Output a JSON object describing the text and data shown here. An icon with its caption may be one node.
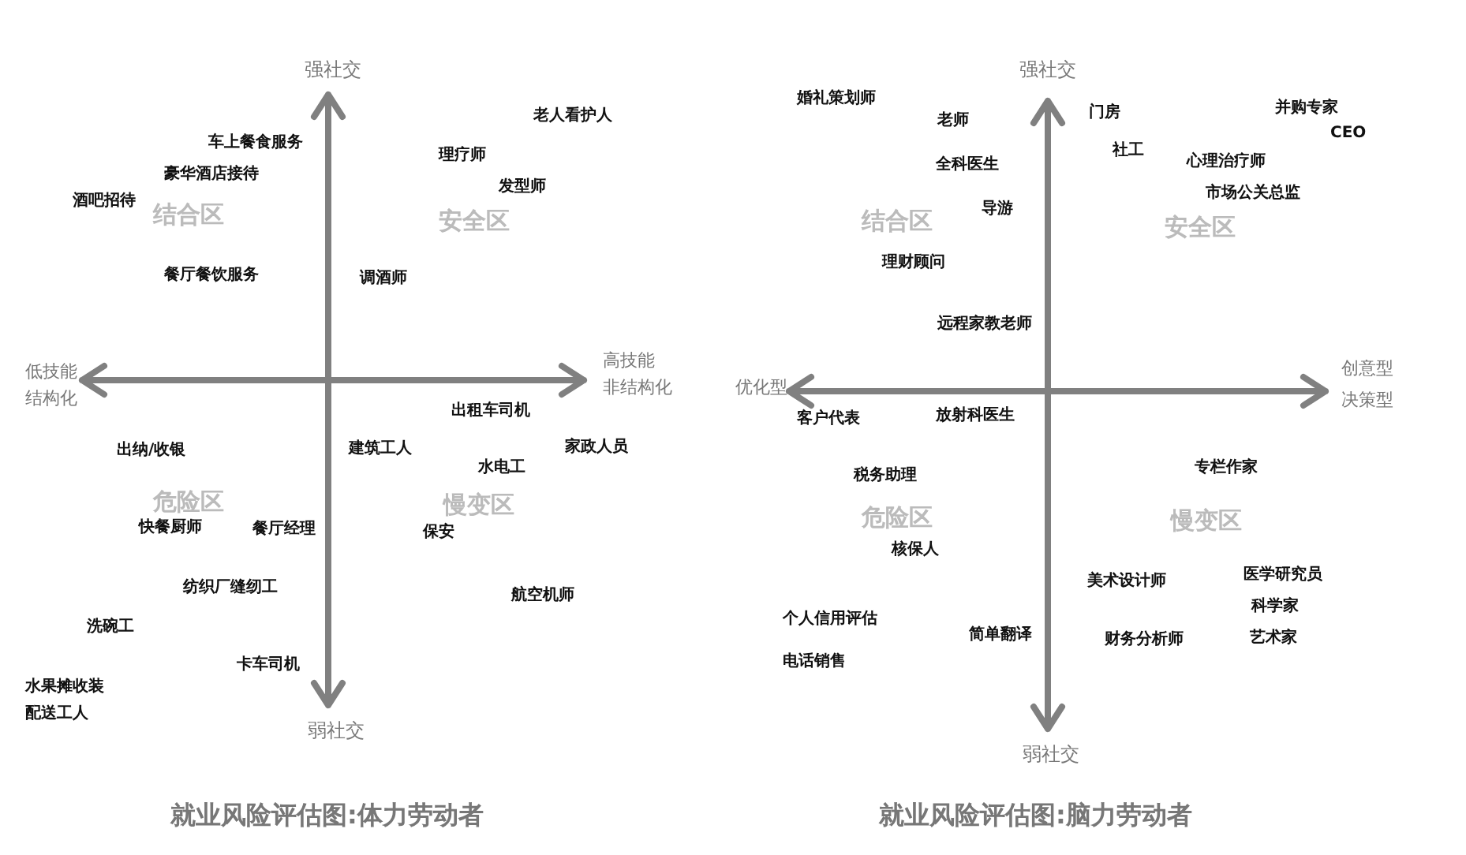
{
  "diagram": {
    "labels": [
      "强社交",
      "老人看护人",
      "车上餐食服务",
      "理疗师",
      "豪华酒店接待",
      "发型师",
      "酒吧招待",
      "结合区",
      "安全区",
      "餐厅餐饮服务",
      "调酒师",
      "低技能",
      "结构化",
      "高技能",
      "非结构化",
      "出租车司机",
      "出纳/收银",
      "建筑工人",
      "家政人员",
      "水电工",
      "危险区",
      "慢变区",
      "快餐厨师",
      "餐厅经理",
      "保安",
      "纺织厂缝纫工",
      "航空机师",
      "洗碗工",
      "卡车司机",
      "水果摊收装",
      "配送工人",
      "弱社交",
      "强社交",
      "婚礼策划师",
      "老师",
      "门房",
      "并购专家",
      "CEO",
      "全科医生",
      "社工",
      "心理治疗师",
      "市场公关总监",
      "导游",
      "结合区",
      "安全区",
      "理财顾问",
      "远程家教老师",
      "创意型",
      "优化型",
      "决策型",
      "客户代表",
      "放射科医生",
      "专栏作家",
      "税务助理",
      "危险区",
      "慢变区",
      "核保人",
      "美术设计师",
      "医学研究员",
      "科学家",
      "个人信用评估",
      "简单翻译",
      "财务分析师",
      "艺术家",
      "电话销售",
      "弱社交",
      "就业风险评估图:体力劳动者",
      "就业风险评估图:脑力劳动者"
    ]
  }
}
